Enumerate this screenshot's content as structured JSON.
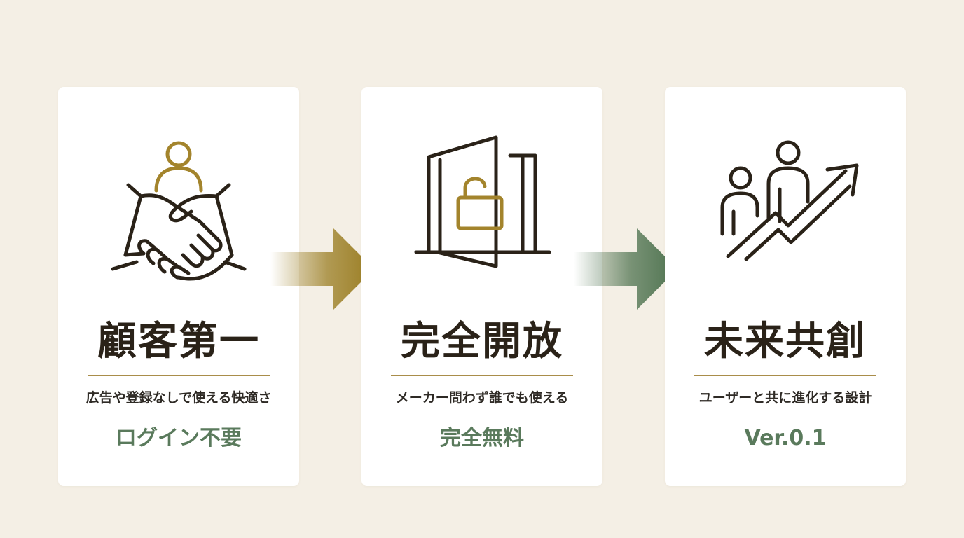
{
  "steps": [
    {
      "icon": "handshake-icon",
      "title": "顧客第一",
      "subtitle": "広告や登録なしで使える快適さ",
      "tagline": "ログイン不要"
    },
    {
      "icon": "open-door-unlock-icon",
      "title": "完全開放",
      "subtitle": "メーカー問わず誰でも使える",
      "tagline": "完全無料"
    },
    {
      "icon": "people-growth-arrow-icon",
      "title": "未来共創",
      "subtitle": "ユーザーと共に進化する設計",
      "tagline": "Ver.0.1"
    }
  ],
  "colors": {
    "background": "#f4efe5",
    "card": "#ffffff",
    "ink": "#2a2218",
    "gold": "#a3842c",
    "green": "#5a7a5c",
    "arrow_1": "#9a7d22",
    "arrow_2": "#4f7350"
  }
}
